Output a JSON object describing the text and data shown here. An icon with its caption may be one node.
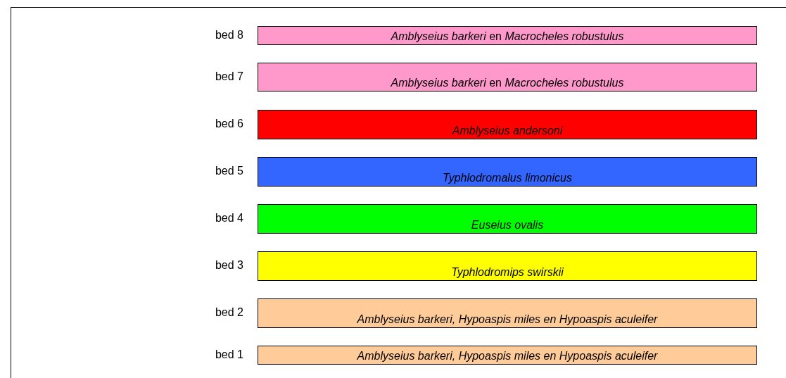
{
  "diagram": {
    "nodes": [
      {
        "text": [
          "*Amblyseius barkeri* en *Macrocheles robustulus*"
        ],
        "beside": [
          "bed 8"
        ]
      },
      {
        "text": [
          "*Amblyseius barkeri* en *Macrocheles robustulus*"
        ],
        "beside": [
          "bed 7"
        ]
      },
      {
        "text": [
          "Amblyseius andersoni"
        ],
        "beside": [
          "bed 6"
        ]
      },
      {
        "text": [
          "Typhlodromalus limonicus"
        ],
        "beside": [
          "bed 5"
        ]
      },
      {
        "text": [
          "Euseius ovalis"
        ],
        "beside": [
          "bed 4"
        ]
      },
      {
        "text": [
          "Typhlodromips swirskii"
        ],
        "beside": [
          "bed 3"
        ]
      },
      {
        "text": [
          "Amblyseius barkeri, Hypoaspis miles en Hypoaspis aculeifer"
        ],
        "beside": [
          "bed 2"
        ]
      },
      {
        "text": [
          "Amblyseius barkeri, Hypoaspis miles en Hypoaspis aculeifer"
        ],
        "beside": [
          "bed 1"
        ]
      }
    ],
    "edges": []
  }
}
